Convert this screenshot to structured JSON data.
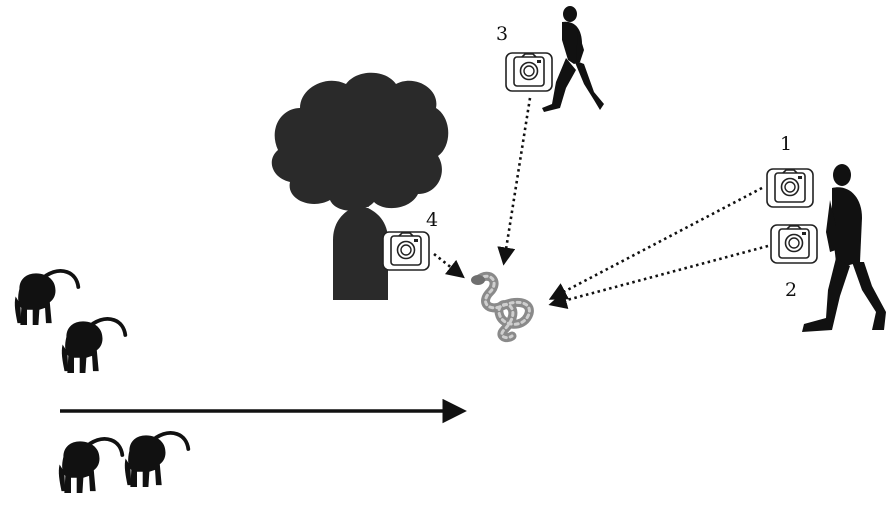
{
  "labels": {
    "camera_1": "1",
    "camera_2": "2",
    "camera_3": "3",
    "camera_4": "4"
  },
  "icons": {
    "camera": "camera-icon",
    "person": "walking-person-icon",
    "tree": "tree-icon",
    "snake": "snake-icon",
    "monkey": "monkey-icon"
  },
  "colors": {
    "silhouette": "#111111",
    "tree": "#2a2a2a",
    "snake": "#8a8a8a"
  }
}
